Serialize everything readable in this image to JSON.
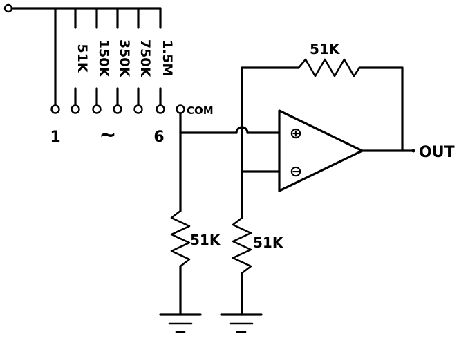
{
  "switch": {
    "tap_values": [
      "51K",
      "150K",
      "350K",
      "750K",
      "1.5M"
    ],
    "first_position": "1",
    "range_symbol": "~",
    "last_position": "6",
    "common_label": "COM"
  },
  "feedback_resistor": {
    "value": "51K"
  },
  "input_resistor": {
    "value": "51K"
  },
  "bias_resistor": {
    "value": "51K"
  },
  "opamp": {
    "plus_symbol": "⊕",
    "minus_symbol": "⊖"
  },
  "output": {
    "label": "OUT"
  }
}
